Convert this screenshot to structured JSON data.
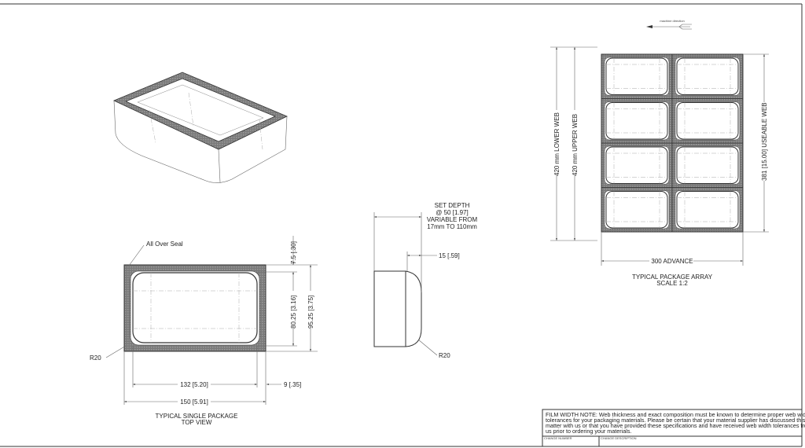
{
  "colors": {
    "seal": "#6e6e6e",
    "line": "#333333"
  },
  "single_package": {
    "seal_label": "All Over Seal",
    "radius_label": "R20",
    "dim_flange": "7.5",
    "dim_flange_in": ".30",
    "dim_inner_height": "80.25",
    "dim_inner_height_in": "3.16",
    "dim_outer_height": "95.25",
    "dim_outer_height_in": "3.75",
    "dim_inner_width": "132",
    "dim_inner_width_in": "5.20",
    "dim_outer_width": "150",
    "dim_outer_width_in": "5.91",
    "dim_side": "9",
    "dim_side_in": ".35",
    "title_line1": "TYPICAL SINGLE PACKAGE",
    "title_line2": "TOP VIEW"
  },
  "side_view": {
    "depth_line1": "SET DEPTH",
    "depth_line2": "@ 50",
    "depth_line2_in": "1.97",
    "depth_line3": "VARIABLE FROM",
    "depth_line4": "17mm TO 110mm",
    "dim_radius": "15",
    "dim_radius_in": ".59",
    "radius_label": "R20"
  },
  "array": {
    "machine_direction": "machine direction",
    "lower_web": "420 mm LOWER WEB",
    "upper_web": "420 mm UPPER WEB",
    "useable_web": "381",
    "useable_web_in": "15.00",
    "useable_web_label": "USEABLE WEB",
    "advance": "300 ADVANCE",
    "title_line1": "TYPICAL PACKAGE ARRAY",
    "title_line2": "SCALE  1:2",
    "rows": 4,
    "cols": 2
  },
  "note": {
    "line1": "FILM WIDTH NOTE:  Web thickness and exact composition must be known to determine proper web width",
    "line2": "tolerances for your packaging materials.  Please be certain that your material supplier has discussed this",
    "line3": "matter with us or that you have provided these specifications and have received web width tolerances from",
    "line4": "us prior to ordering your materials.",
    "change_number": "CHANGE NUMBER",
    "change_description": "CHANGE DESCRIPTION"
  }
}
